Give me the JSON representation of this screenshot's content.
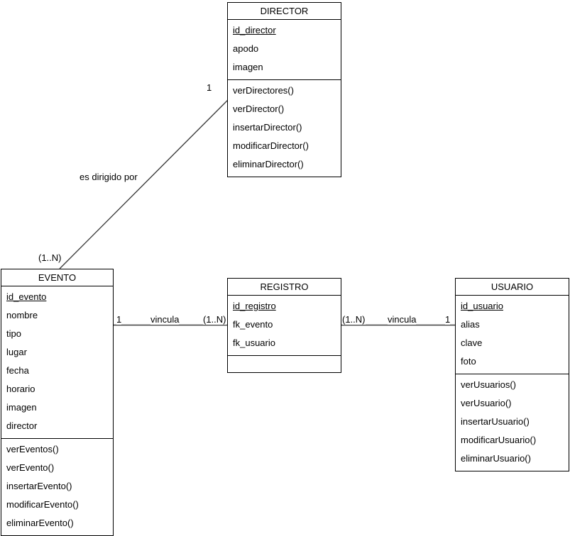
{
  "diagram": {
    "kind": "uml-class-diagram",
    "background_color": "#ffffff",
    "box_border_color": "#000000",
    "line_color": "#3d3d3d",
    "text_color": "#000000"
  },
  "classes": [
    {
      "name": "DIRECTOR",
      "attributes": [
        "id_director",
        "apodo",
        "imagen"
      ],
      "methods": [
        "verDirectores()",
        "verDirector()",
        "insertarDirector()",
        "modificarDirector()",
        "eliminarDirector()"
      ]
    },
    {
      "name": "EVENTO",
      "attributes": [
        "id_evento",
        "nombre",
        "tipo",
        "lugar",
        "fecha",
        "horario",
        "imagen",
        "director"
      ],
      "methods": [
        "verEventos()",
        "verEvento()",
        "insertarEvento()",
        "modificarEvento()",
        "eliminarEvento()"
      ]
    },
    {
      "name": "REGISTRO",
      "attributes": [
        "id_registro",
        "fk_evento",
        "fk_usuario"
      ],
      "methods": []
    },
    {
      "name": "USUARIO",
      "attributes": [
        "id_usuario",
        "alias",
        "clave",
        "foto"
      ],
      "methods": [
        "verUsuarios()",
        "verUsuario()",
        "insertarUsuario()",
        "modificarUsuario()",
        "eliminarUsuario()"
      ]
    }
  ],
  "relationships": [
    {
      "from": "EVENTO",
      "to": "DIRECTOR",
      "label": "es dirigido por",
      "from_multiplicity": "(1..N)",
      "to_multiplicity": "1"
    },
    {
      "from": "EVENTO",
      "to": "REGISTRO",
      "label": "vincula",
      "from_multiplicity": "1",
      "to_multiplicity": "(1..N)"
    },
    {
      "from": "REGISTRO",
      "to": "USUARIO",
      "label": "vincula",
      "from_multiplicity": "(1..N)",
      "to_multiplicity": "1"
    }
  ]
}
